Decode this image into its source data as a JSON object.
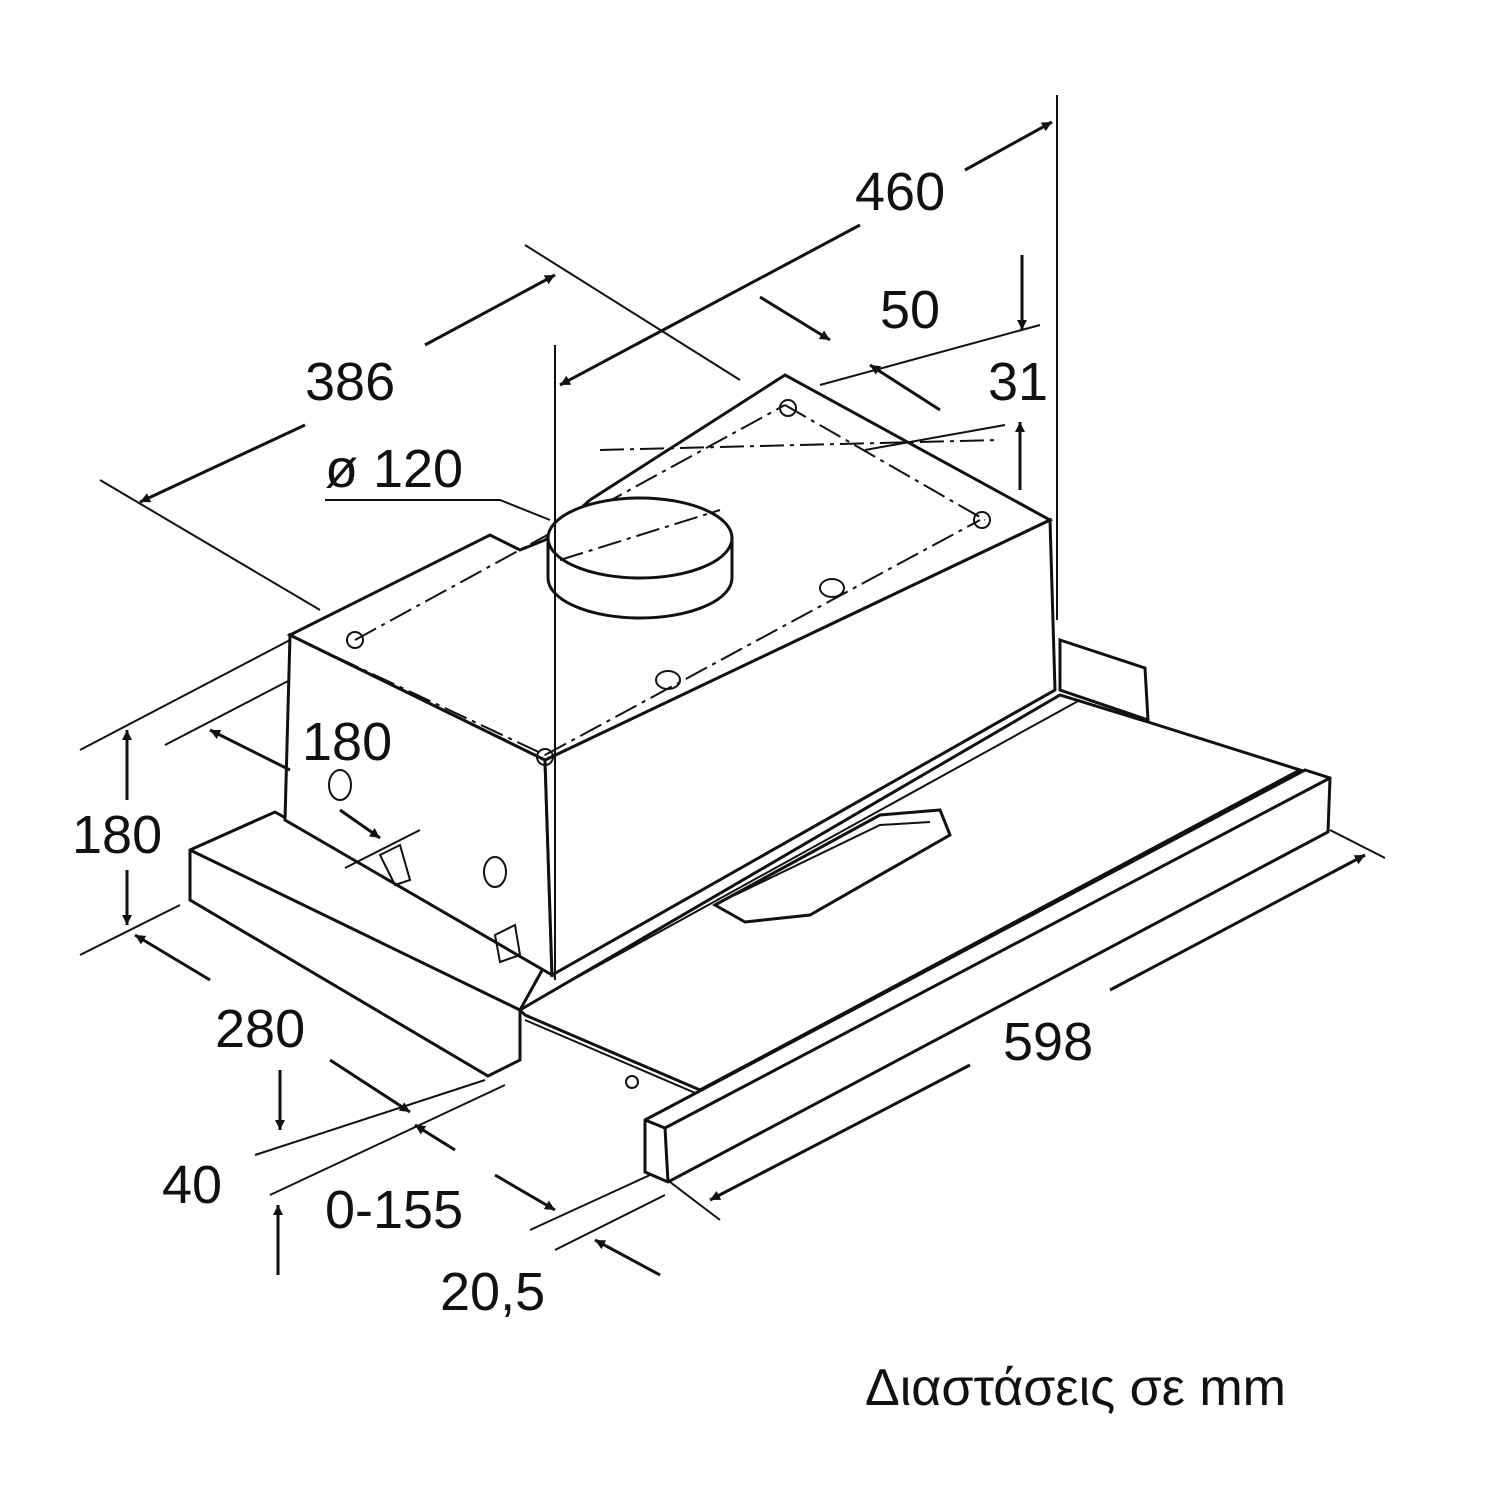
{
  "dimensions": {
    "overall_depth": "460",
    "duct_offset": "50",
    "back_offset": "31",
    "housing_width": "386",
    "duct_diameter": "ø 120",
    "housing_depth": "180",
    "total_height": "180",
    "canopy_depth": "280",
    "canopy_height": "40",
    "extension_range": "0-155",
    "front_panel_thickness": "20,5",
    "overall_width": "598"
  },
  "caption": "Διαστάσεις σε mm"
}
